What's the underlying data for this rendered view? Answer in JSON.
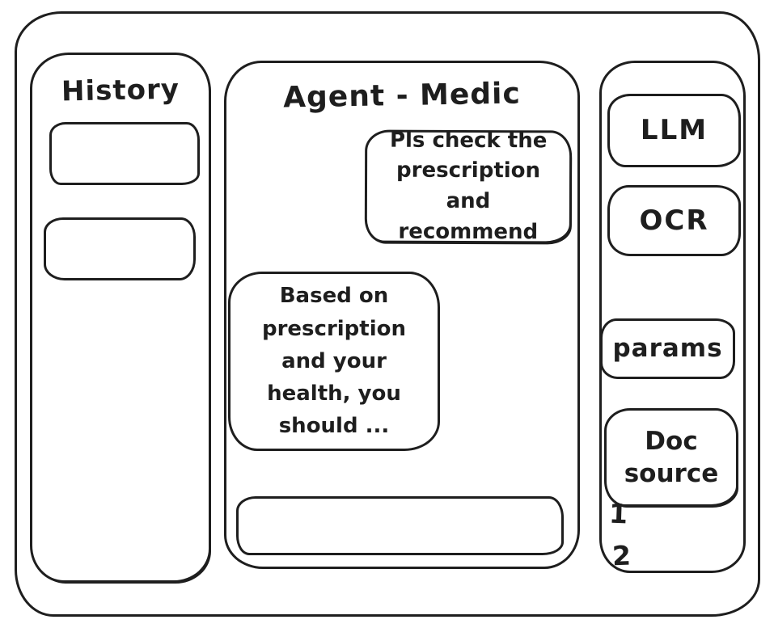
{
  "colors": {
    "ink": "#1e1e1e",
    "background": "#ffffff"
  },
  "history_panel": {
    "title": "History",
    "items": [
      {
        "label": ""
      },
      {
        "label": ""
      }
    ]
  },
  "chat_panel": {
    "title": "Agent - Medic",
    "messages": [
      {
        "role": "user",
        "text": "Pls check the prescription and recommend"
      },
      {
        "role": "assistant",
        "text": "Based on prescription and your health, you should ..."
      }
    ],
    "input": {
      "value": "",
      "placeholder": ""
    }
  },
  "tools_panel": {
    "llm_label": "LLM",
    "ocr_label": "OCR",
    "params_label": "params",
    "doc_source_label": "Doc source",
    "doc_sources": [
      "1",
      "2"
    ]
  }
}
